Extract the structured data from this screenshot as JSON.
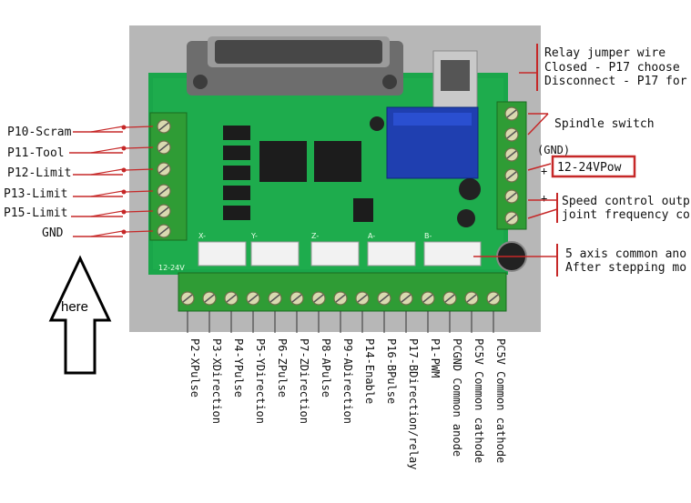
{
  "left_labels": [
    "P10-Scram",
    "P11-Tool",
    "P12-Limit",
    "P13-Limit",
    "P15-Limit",
    "GND"
  ],
  "right_notes": {
    "relay": [
      "Relay jumper wire",
      "Closed - P17 choose",
      "Disconnect - P17 for"
    ],
    "spindle": "Spindle switch",
    "gnd": "(GND)",
    "power": "12-24VPow",
    "speed": [
      "Speed control outp",
      "joint frequency co"
    ],
    "common": [
      "5 axis common ano",
      "After stepping mo"
    ]
  },
  "bottom_labels": [
    "P2-XPulse",
    "P3-XDirection",
    "P4-YPulse",
    "P5-YDirection",
    "P6-ZPulse",
    "P7-ZDirection",
    "P8-APulse",
    "P9-ADirection",
    "P14-Enable",
    "P16-BPulse",
    "P17-BDirection/relay",
    "P1-PWM",
    "PCGND Common anode",
    "PC5V Common cathode",
    "PC5V Common cathode"
  ],
  "here_label": "here",
  "board_marks": {
    "axis_headers": [
      "X-",
      "Y-",
      "Z-",
      "A-",
      "B-"
    ],
    "voltage": "12-24V"
  },
  "colors": {
    "board": "#16a34a",
    "terminal": "#2e9c33",
    "red_wire": "#c62828",
    "photo_bg": "#b9b9b9"
  }
}
